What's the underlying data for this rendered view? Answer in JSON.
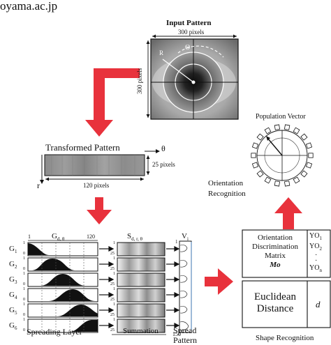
{
  "header_fragment": "oyama.ac.jp",
  "input": {
    "title": "Input Pattern",
    "width_label": "300 pixels",
    "height_label": "300 pixels",
    "angle_symbol": "Θ",
    "radius_symbol": "R"
  },
  "transformed": {
    "title": "Transformed Pattern",
    "theta_symbol": "θ",
    "r_symbol": "r",
    "height_label": "25 pixels",
    "width_label": "120 pixels"
  },
  "spreading": {
    "g_header": "G",
    "g_header_sub": "d, θ",
    "axis_left": "1",
    "axis_right": "120",
    "rows": [
      {
        "label": "G",
        "sub": "1",
        "top": "1",
        "bottom": "0"
      },
      {
        "label": "G",
        "sub": "2",
        "top": "1",
        "bottom": "0"
      },
      {
        "label": "G",
        "sub": "3",
        "top": "1",
        "bottom": "0"
      },
      {
        "label": "G",
        "sub": "4",
        "top": "1",
        "bottom": "0"
      },
      {
        "label": "G",
        "sub": "5",
        "top": "1",
        "bottom": "0"
      },
      {
        "label": "G",
        "sub": "6",
        "top": "1",
        "bottom": "0"
      }
    ],
    "layer_label": "Spreading Layer"
  },
  "summation": {
    "s_header": "S",
    "s_header_sub": "d, r, θ",
    "row_labels": [
      {
        "top": "1",
        "bottom": "25"
      },
      {
        "top": "1",
        "bottom": "25"
      },
      {
        "top": "1",
        "bottom": "25"
      },
      {
        "top": "1",
        "bottom": "25"
      },
      {
        "top": "1",
        "bottom": "25"
      },
      {
        "top": "1",
        "bottom": "25"
      }
    ],
    "label": "Summation"
  },
  "spread_pattern": {
    "header": "V",
    "header_sub": "i",
    "axis_top": "1",
    "axis_bottom": "150",
    "label_line1": "Spread",
    "label_line2": "Pattern"
  },
  "population": {
    "title": "Population Vector"
  },
  "orientation": {
    "label_line1": "Orientation",
    "label_line2": "Recognition",
    "matrix_line1": "Orientation",
    "matrix_line2": "Discrimination",
    "matrix_line3": "Matrix",
    "matrix_symbol": "Mo",
    "outputs": [
      {
        "label": "YO",
        "sub": "1"
      },
      {
        "label": "YO",
        "sub": "2"
      },
      {
        "label": "YO",
        "sub": "n"
      }
    ]
  },
  "shape": {
    "distance_line1": "Euclidean",
    "distance_line2": "Distance",
    "d_symbol": "d",
    "label": "Shape Recognition"
  },
  "colors": {
    "arrow_red": "#e8323c",
    "frame": "#111111",
    "background": "#ffffff"
  }
}
